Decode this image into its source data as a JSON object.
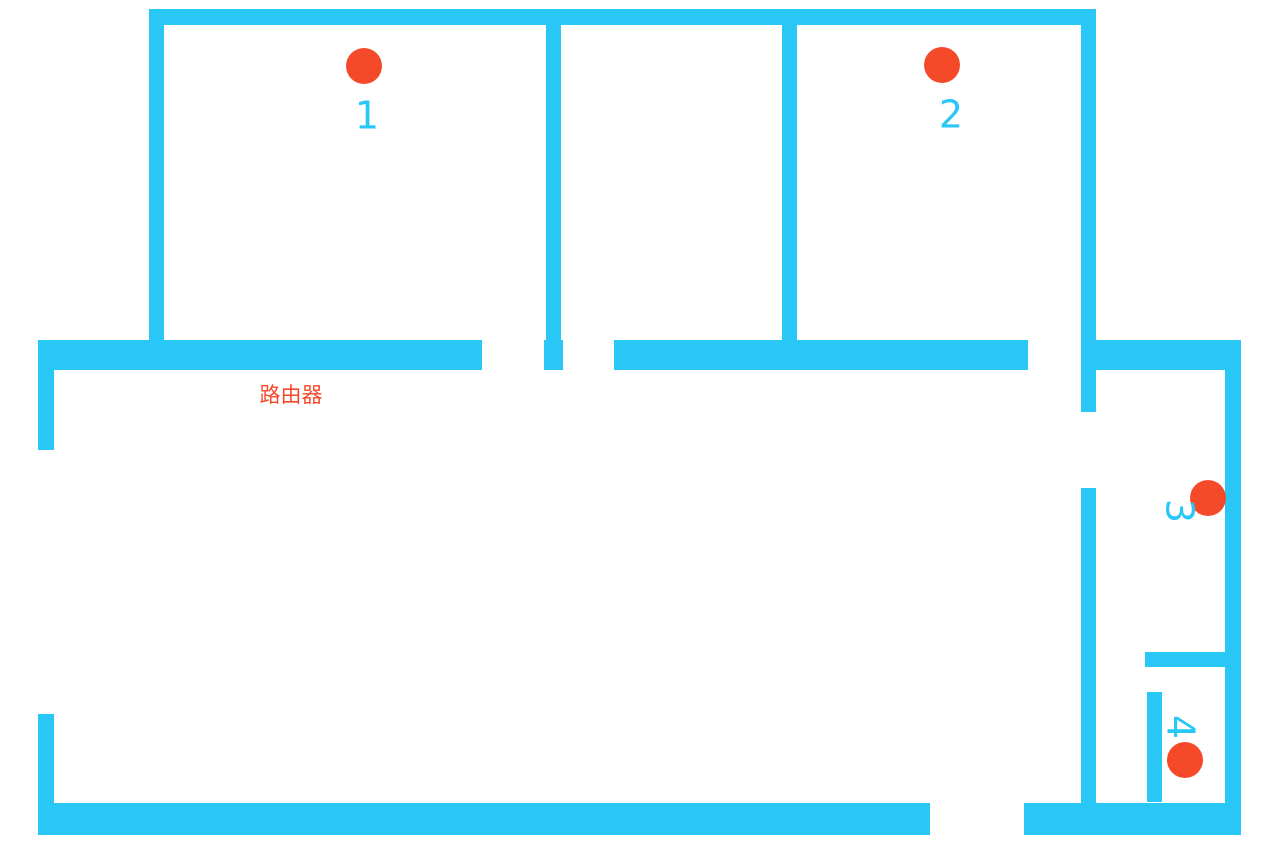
{
  "diagram": {
    "wall_color": "#29c7f5",
    "marker_color": "#f44a2a",
    "router_label": "路由器",
    "points": [
      {
        "label": "1"
      },
      {
        "label": "2"
      },
      {
        "label": "3"
      },
      {
        "label": "4"
      }
    ]
  }
}
